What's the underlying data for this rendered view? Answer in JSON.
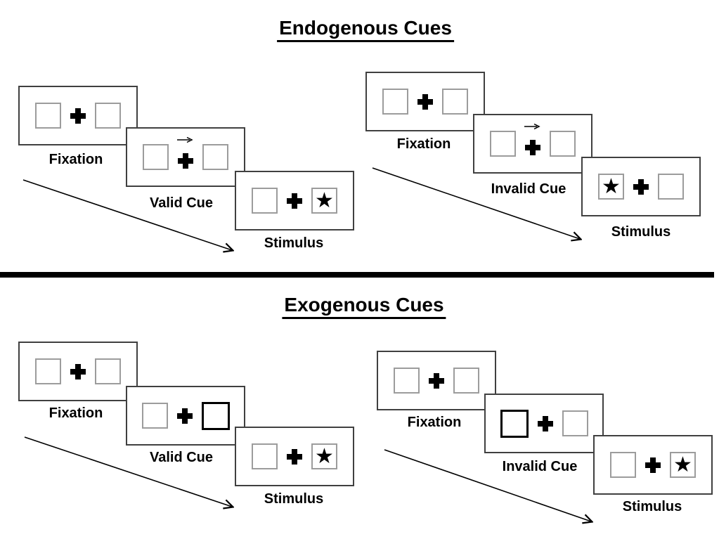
{
  "endogenous": {
    "title": "Endogenous Cues",
    "valid": {
      "fixation_label": "Fixation",
      "cue_label": "Valid Cue",
      "stimulus_label": "Stimulus"
    },
    "invalid": {
      "fixation_label": "Fixation",
      "cue_label": "Invalid Cue",
      "stimulus_label": "Stimulus"
    }
  },
  "exogenous": {
    "title": "Exogenous Cues",
    "valid": {
      "fixation_label": "Fixation",
      "cue_label": "Valid Cue",
      "stimulus_label": "Stimulus"
    },
    "invalid": {
      "fixation_label": "Fixation",
      "cue_label": "Invalid Cue",
      "stimulus_label": "Stimulus"
    }
  },
  "glyphs": {
    "star": "★",
    "cue_arrow": "→",
    "fixation_cross": "+"
  },
  "colors": {
    "panel_border": "#404040",
    "box_border": "#9c9c9c",
    "cue_highlight_border": "#000000",
    "ink": "#000000",
    "background": "#ffffff"
  }
}
